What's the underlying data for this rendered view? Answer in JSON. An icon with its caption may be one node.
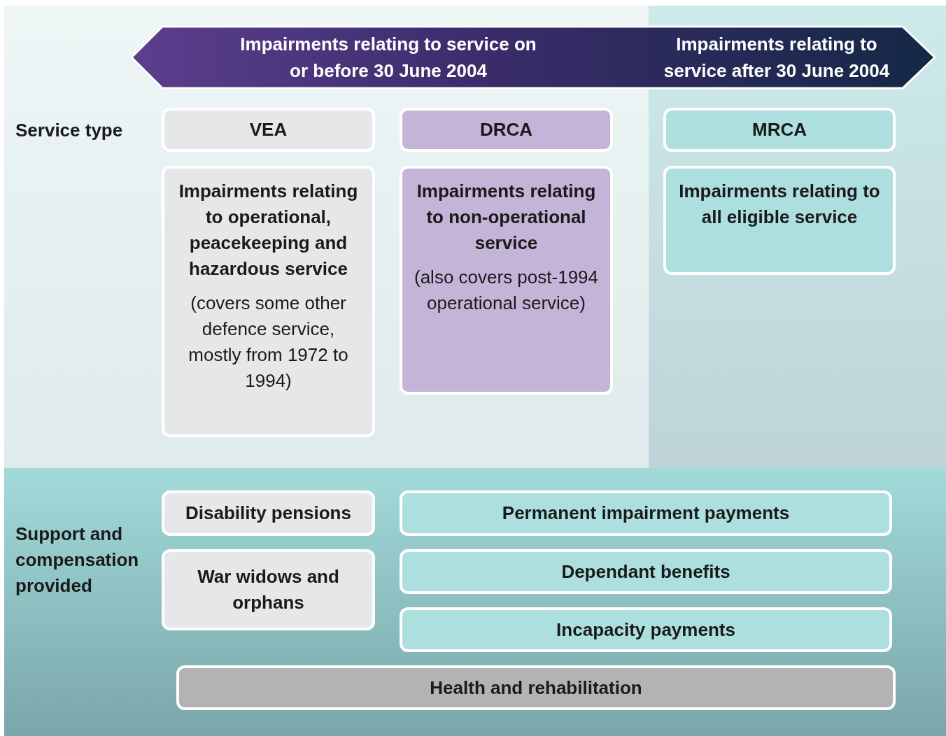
{
  "diagram": {
    "nodes": [
      {
        "text": [
          "Impairments relating to service on or before 30 June 2004",
          "Impairments relating to service after 30 June 2004"
        ]
      },
      {
        "text": [
          "VEA"
        ]
      },
      {
        "text": [
          "DRCA"
        ]
      },
      {
        "text": [
          "MRCA"
        ]
      },
      {
        "text": [
          "Impairments relating to operational, peacekeeping and hazardous service",
          "(covers some other defence service, mostly from 1972 to 1994)"
        ]
      },
      {
        "text": [
          "Impairments relating to non-operational service",
          "(also covers post-1994 operational service)"
        ]
      },
      {
        "text": [
          "Impairments relating to all eligible service"
        ]
      },
      {
        "text": [
          "Disability pensions"
        ]
      },
      {
        "text": [
          "Permanent impairment payments"
        ]
      },
      {
        "text": [
          "War widows and orphans"
        ]
      },
      {
        "text": [
          "Dependant benefits"
        ]
      },
      {
        "text": [
          "Incapacity payments"
        ]
      },
      {
        "text": [
          "Health and rehabilitation"
        ]
      }
    ],
    "labels": [
      "Service type",
      "Support and compensation provided"
    ]
  }
}
